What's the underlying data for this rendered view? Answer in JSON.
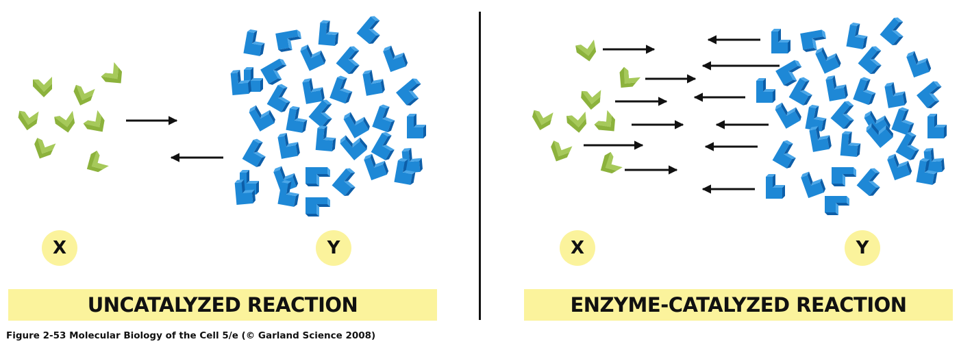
{
  "panels": [
    {
      "id": "uncatalyzed",
      "reactant_label": "X",
      "product_label": "Y",
      "title": "UNCATALYZED REACTION",
      "forward_arrow_count": 1,
      "reverse_arrow_count": 1
    },
    {
      "id": "enzyme-catalyzed",
      "reactant_label": "X",
      "product_label": "Y",
      "title": "ENZYME-CATALYZED REACTION",
      "forward_arrow_count": 6,
      "reverse_arrow_count": 6
    }
  ],
  "caption": "Figure 2-53  Molecular Biology of the Cell 5/e (© Garland Science 2008)",
  "colors": {
    "molecule_x": "#8cb23c",
    "molecule_x_dark": "#5f8a22",
    "molecule_y": "#1e88d6",
    "molecule_y_dark": "#0d5ea8",
    "label_fill": "#fbf39c",
    "arrow": "#111111"
  }
}
